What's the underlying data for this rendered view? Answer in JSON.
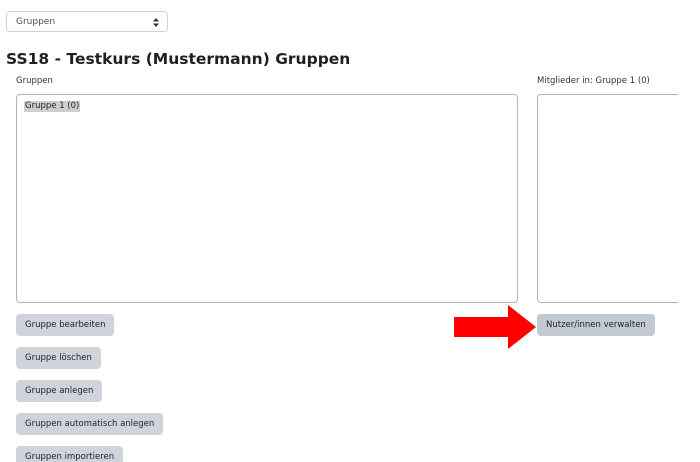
{
  "nav_select": {
    "value": "Gruppen"
  },
  "page_title": "SS18 - Testkurs (Mustermann) Gruppen",
  "groups": {
    "label": "Gruppen",
    "options": [
      "Gruppe 1 (0)"
    ],
    "selected": "Gruppe 1 (0)"
  },
  "members": {
    "label": "Mitglieder in: Gruppe 1 (0)",
    "options": []
  },
  "buttons": {
    "edit": "Gruppe bearbeiten",
    "delete": "Gruppe löschen",
    "create": "Gruppe anlegen",
    "auto_create": "Gruppen automatisch anlegen",
    "import": "Gruppen importieren",
    "manage_users": "Nutzer/innen verwalten"
  },
  "annotation": {
    "arrow_color": "#ff0000"
  }
}
